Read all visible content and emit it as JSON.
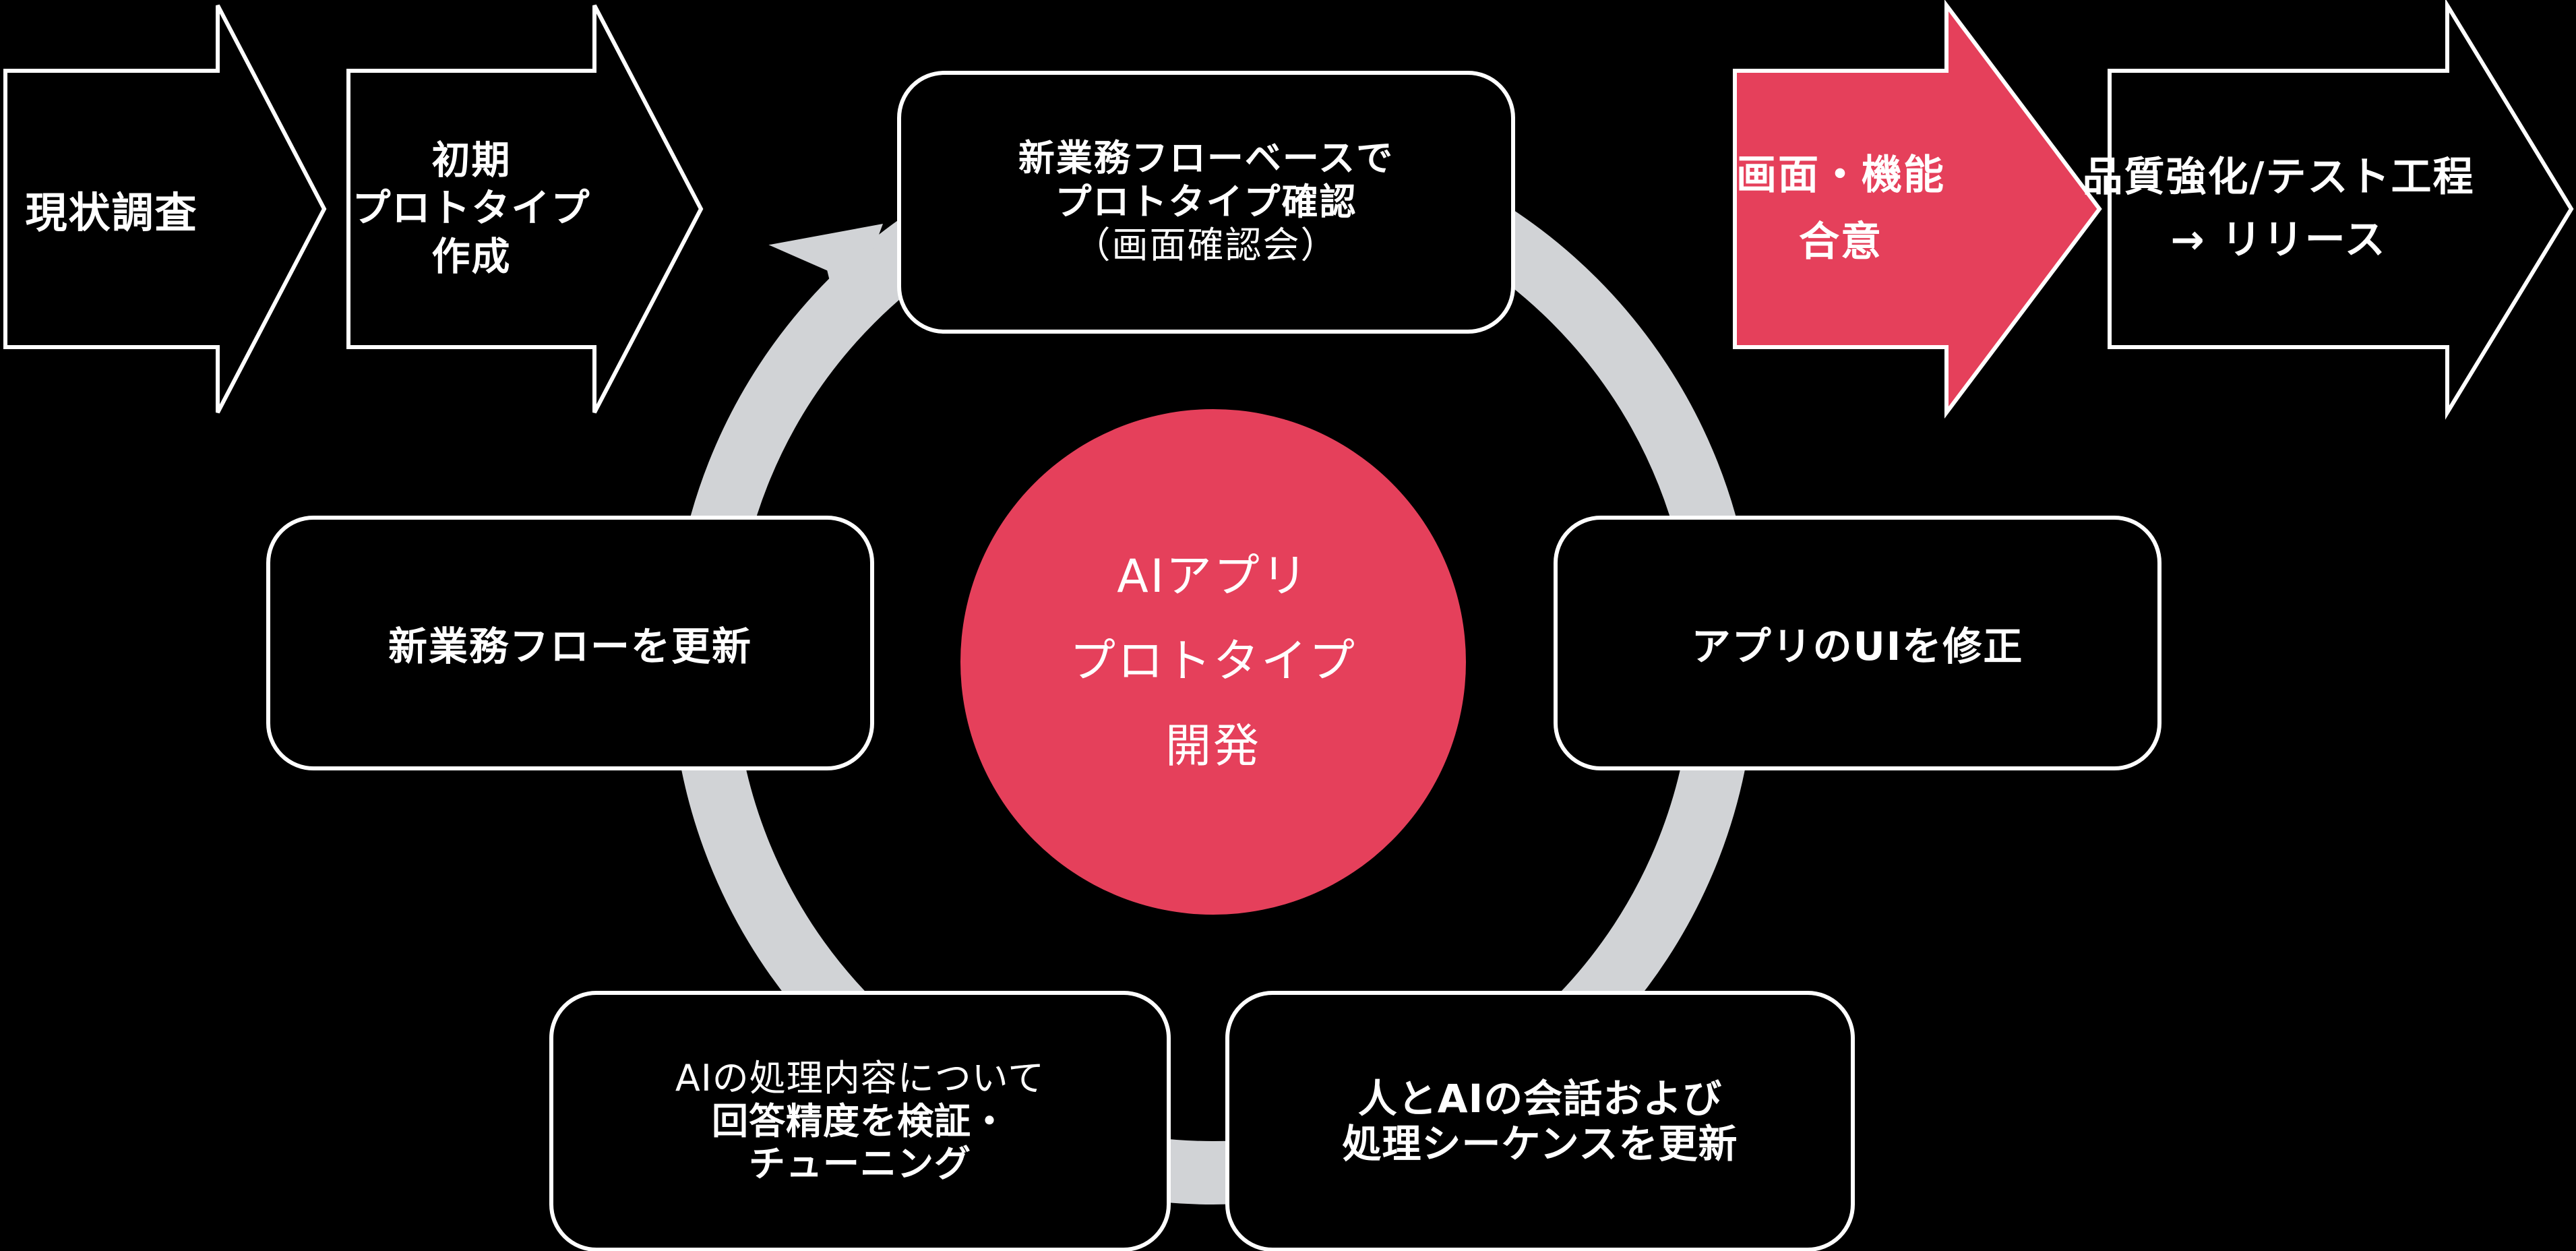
{
  "colors": {
    "background": "#000000",
    "accent_red": "#E5405B",
    "ring_gray": "#D1D3D6",
    "outline_white": "#FFFFFF"
  },
  "flow_steps": {
    "step1": {
      "label": "現状調査"
    },
    "step2": {
      "line1": "初期",
      "line2": "プロトタイプ",
      "line3": "作成"
    },
    "step3": {
      "line1": "新業務フローベースで",
      "line2": "プロトタイプ確認",
      "line3": "（画面確認会）"
    },
    "step4": {
      "line1": "画面・機能",
      "line2": "合意"
    },
    "step5": {
      "line1": "品質強化/テスト工程",
      "line2": "→ リリース"
    }
  },
  "cycle": {
    "center_circle": {
      "line1": "AIアプリ",
      "line2": "プロトタイプ",
      "line3": "開発"
    },
    "left_box": {
      "label": "新業務フローを更新"
    },
    "right_box": {
      "label": "アプリのUIを修正"
    },
    "bottom_left_box": {
      "line1": "AIの処理内容について",
      "line2": "回答精度を検証・",
      "line3": "チューニング"
    },
    "bottom_right_box": {
      "line1": "人とAIの会話および",
      "line2": "処理シーケンスを更新"
    }
  }
}
